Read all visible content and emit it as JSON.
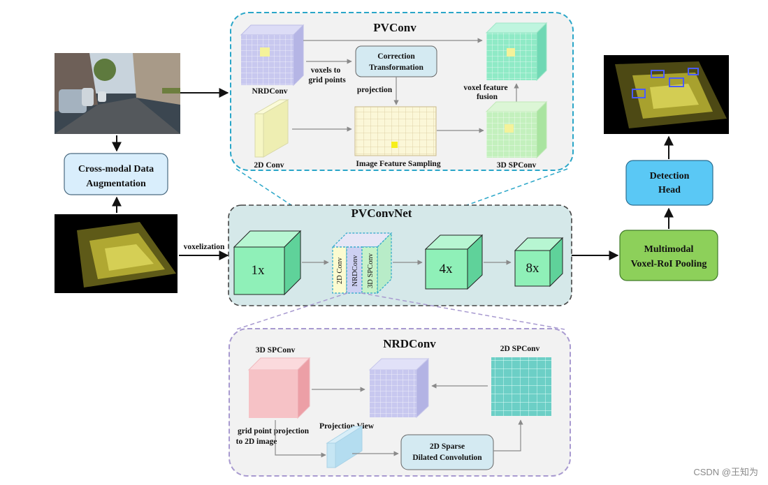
{
  "pvconv": {
    "title": "PVConv",
    "nrdconv_label": "NRDConv",
    "voxels_to_grid_line1": "voxels to",
    "voxels_to_grid_line2": "grid points",
    "correction_line1": "Correction",
    "correction_line2": "Transformation",
    "projection_label": "projection",
    "voxel_fusion_line1": "voxel feature",
    "voxel_fusion_line2": "fusion",
    "conv2d_label": "2D Conv",
    "image_sampling_label": "Image Feature Sampling",
    "spconv3d_label": "3D SPConv"
  },
  "pipeline": {
    "augmentation_line1": "Cross-modal Data",
    "augmentation_line2": "Augmentation",
    "voxelization_label": "voxelization",
    "pvconvnet_title": "PVConvNet",
    "stage_1x": "1x",
    "stage_4x": "4x",
    "stage_8x": "8x",
    "stack_2dconv": "2D Conv",
    "stack_nrdconv": "NRDConv",
    "stack_3dspconv": "3D SPConv",
    "detection_head_line1": "Detection",
    "detection_head_line2": "Head",
    "pooling_line1": "Multimodal",
    "pooling_line2": "Voxel-RoI Pooling"
  },
  "nrdconv": {
    "title": "NRDConv",
    "spconv3d_label": "3D SPConv",
    "spconv2d_label": "2D SPConv",
    "grid_projection_line1": "grid point projection",
    "grid_projection_line2": "to 2D image",
    "projection_view_label": "Projection View",
    "dilated_line1": "2D Sparse",
    "dilated_line2": "Dilated Convolution"
  },
  "watermark": "CSDN @王知为",
  "colors": {
    "pvconv_border": "#2aa6c8",
    "nrdconv_border": "#a89ad0",
    "pvconvnet_fill": "#d5e8e9",
    "box_blue": "#d9eefc",
    "detection_blue": "#5ac8f5",
    "pooling_green": "#8dd05a",
    "cube_lavender": "#c8c8ef",
    "cube_mint": "#8feac6",
    "cube_pink": "#f6c2c6",
    "cube_teal": "#6ccfc6",
    "stage_green": "#8ff0b8"
  }
}
